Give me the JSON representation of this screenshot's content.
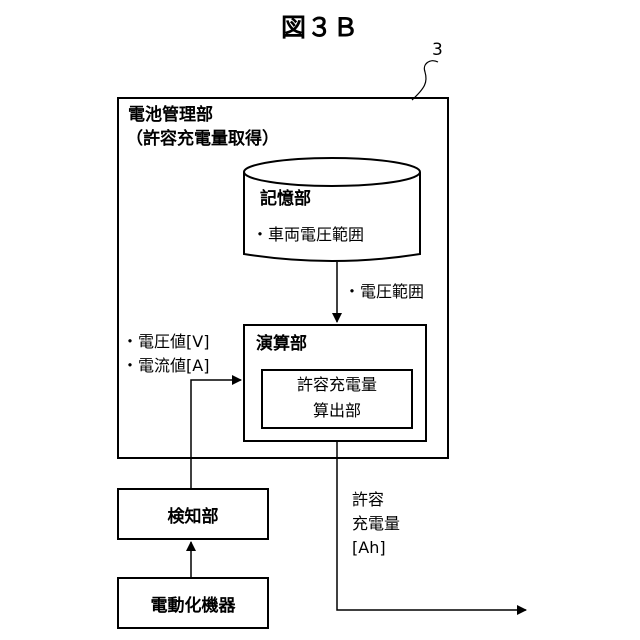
{
  "figure_title": "図３Ｂ",
  "reference_number": "3",
  "battery_management": {
    "title": "電池管理部",
    "subtitle": "（許容充電量取得）"
  },
  "storage": {
    "title": "記憶部",
    "item": "・車両電圧範囲"
  },
  "storage_output_label": "・電圧範囲",
  "calculation": {
    "title": "演算部",
    "inner_line1": "許容充電量",
    "inner_line2": "算出部"
  },
  "inputs": {
    "voltage": "・電圧値[V]",
    "current": "・電流値[A]"
  },
  "detection_label": "検知部",
  "device_label": "電動化機器",
  "output": {
    "line1": "許容",
    "line2": "充電量",
    "line3": "[Ah]"
  }
}
